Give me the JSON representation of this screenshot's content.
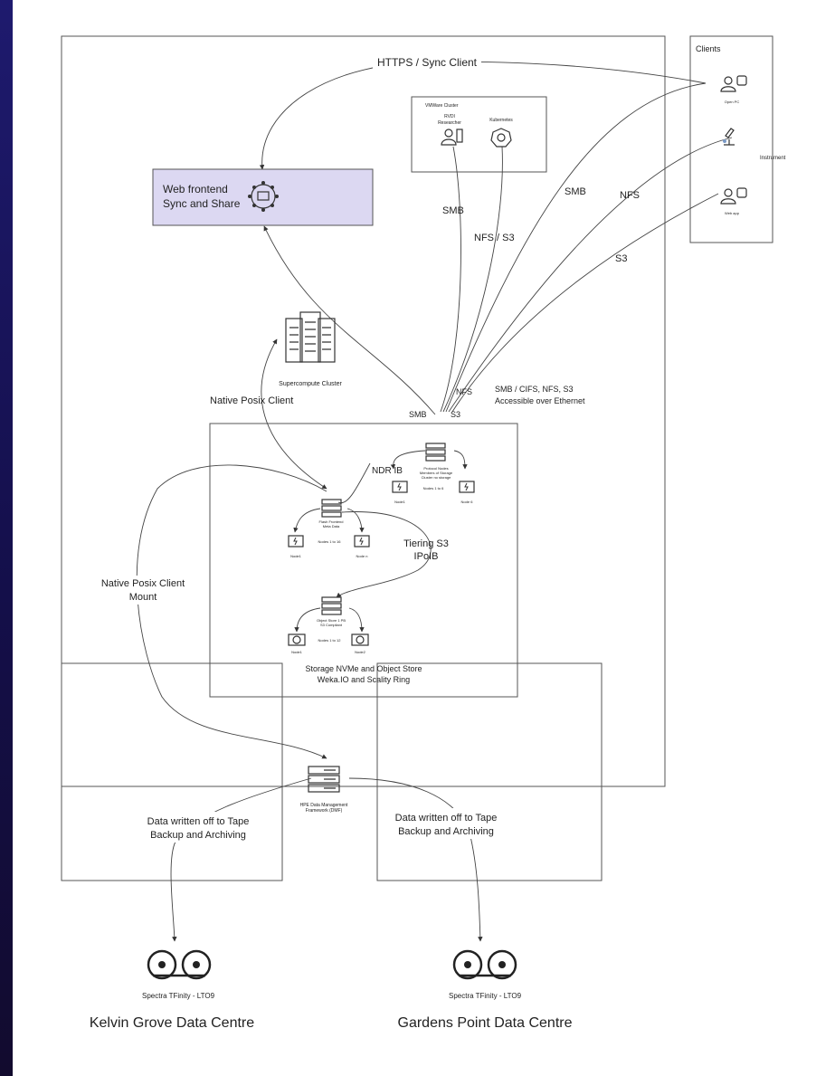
{
  "clients": {
    "title": "Clients",
    "open_pc_label": "Open PC",
    "instrument_label": "Instrument",
    "web_app_label": "Web app"
  },
  "links": {
    "https_sync": "HTTPS / Sync Client",
    "smb_vm": "SMB",
    "nfs_s3_vm": "NFS / S3",
    "smb_client": "SMB",
    "nfs_client": "NFS",
    "s3_client": "S3",
    "native_posix_client": "Native Posix Client",
    "native_posix_mount_line1": "Native Posix Client",
    "native_posix_mount_line2": "Mount",
    "smb_proto": "SMB",
    "s3_proto": "S3",
    "nfs_proto": "NFS",
    "ethernet_line1": "SMB / CIFS, NFS, S3",
    "ethernet_line2": "Accessible over Ethernet",
    "ndr_ib": "NDR IB",
    "tiering_line1": "Tiering S3",
    "tiering_line2": "IPoIB",
    "tape_left_line1": "Data written off to Tape",
    "tape_left_line2": "Backup and Archiving",
    "tape_right_line1": "Data written off to Tape",
    "tape_right_line2": "Backup and Archiving"
  },
  "vmware": {
    "title": "VMWare Cluster",
    "rvdi_line1": "RVDI",
    "rvdi_line2": "Researcher",
    "kubernetes": "Kubernetes"
  },
  "web_frontend": {
    "line1": "Web frontend",
    "line2": "Sync and Share",
    "fill": "#dcd8f2"
  },
  "supercompute": {
    "label": "Supercompute Cluster"
  },
  "protocol_nodes": {
    "line1": "Protocol Nodes",
    "line2": "Members of Storage",
    "line3": "Cluster no storage",
    "range": "Nodes 1 to 6",
    "left": "Node1",
    "right": "Node 6"
  },
  "flash": {
    "line1": "Flash Frontend",
    "line2": "Meta Data",
    "range": "Nodes 1 to 16",
    "left": "Node1",
    "right": "Node n"
  },
  "object_store": {
    "line1": "Object Store 1 PB",
    "line2": "S3 Compliant",
    "range": "Nodes 1 to 12",
    "left": "Node1",
    "right": "Node2"
  },
  "storage_cluster": {
    "line1": "Storage NVMe and Object Store",
    "line2": "Weka.IO and Scality Ring"
  },
  "dmf": {
    "line1": "HPE Data Management",
    "line2": "Framework (DMF)"
  },
  "kelvin_grove": {
    "tape_label": "Spectra TFinity - LTO9",
    "title": "Kelvin Grove Data Centre"
  },
  "gardens_point": {
    "tape_label": "Spectra TFinity - LTO9",
    "title": "Gardens Point Data Centre"
  }
}
